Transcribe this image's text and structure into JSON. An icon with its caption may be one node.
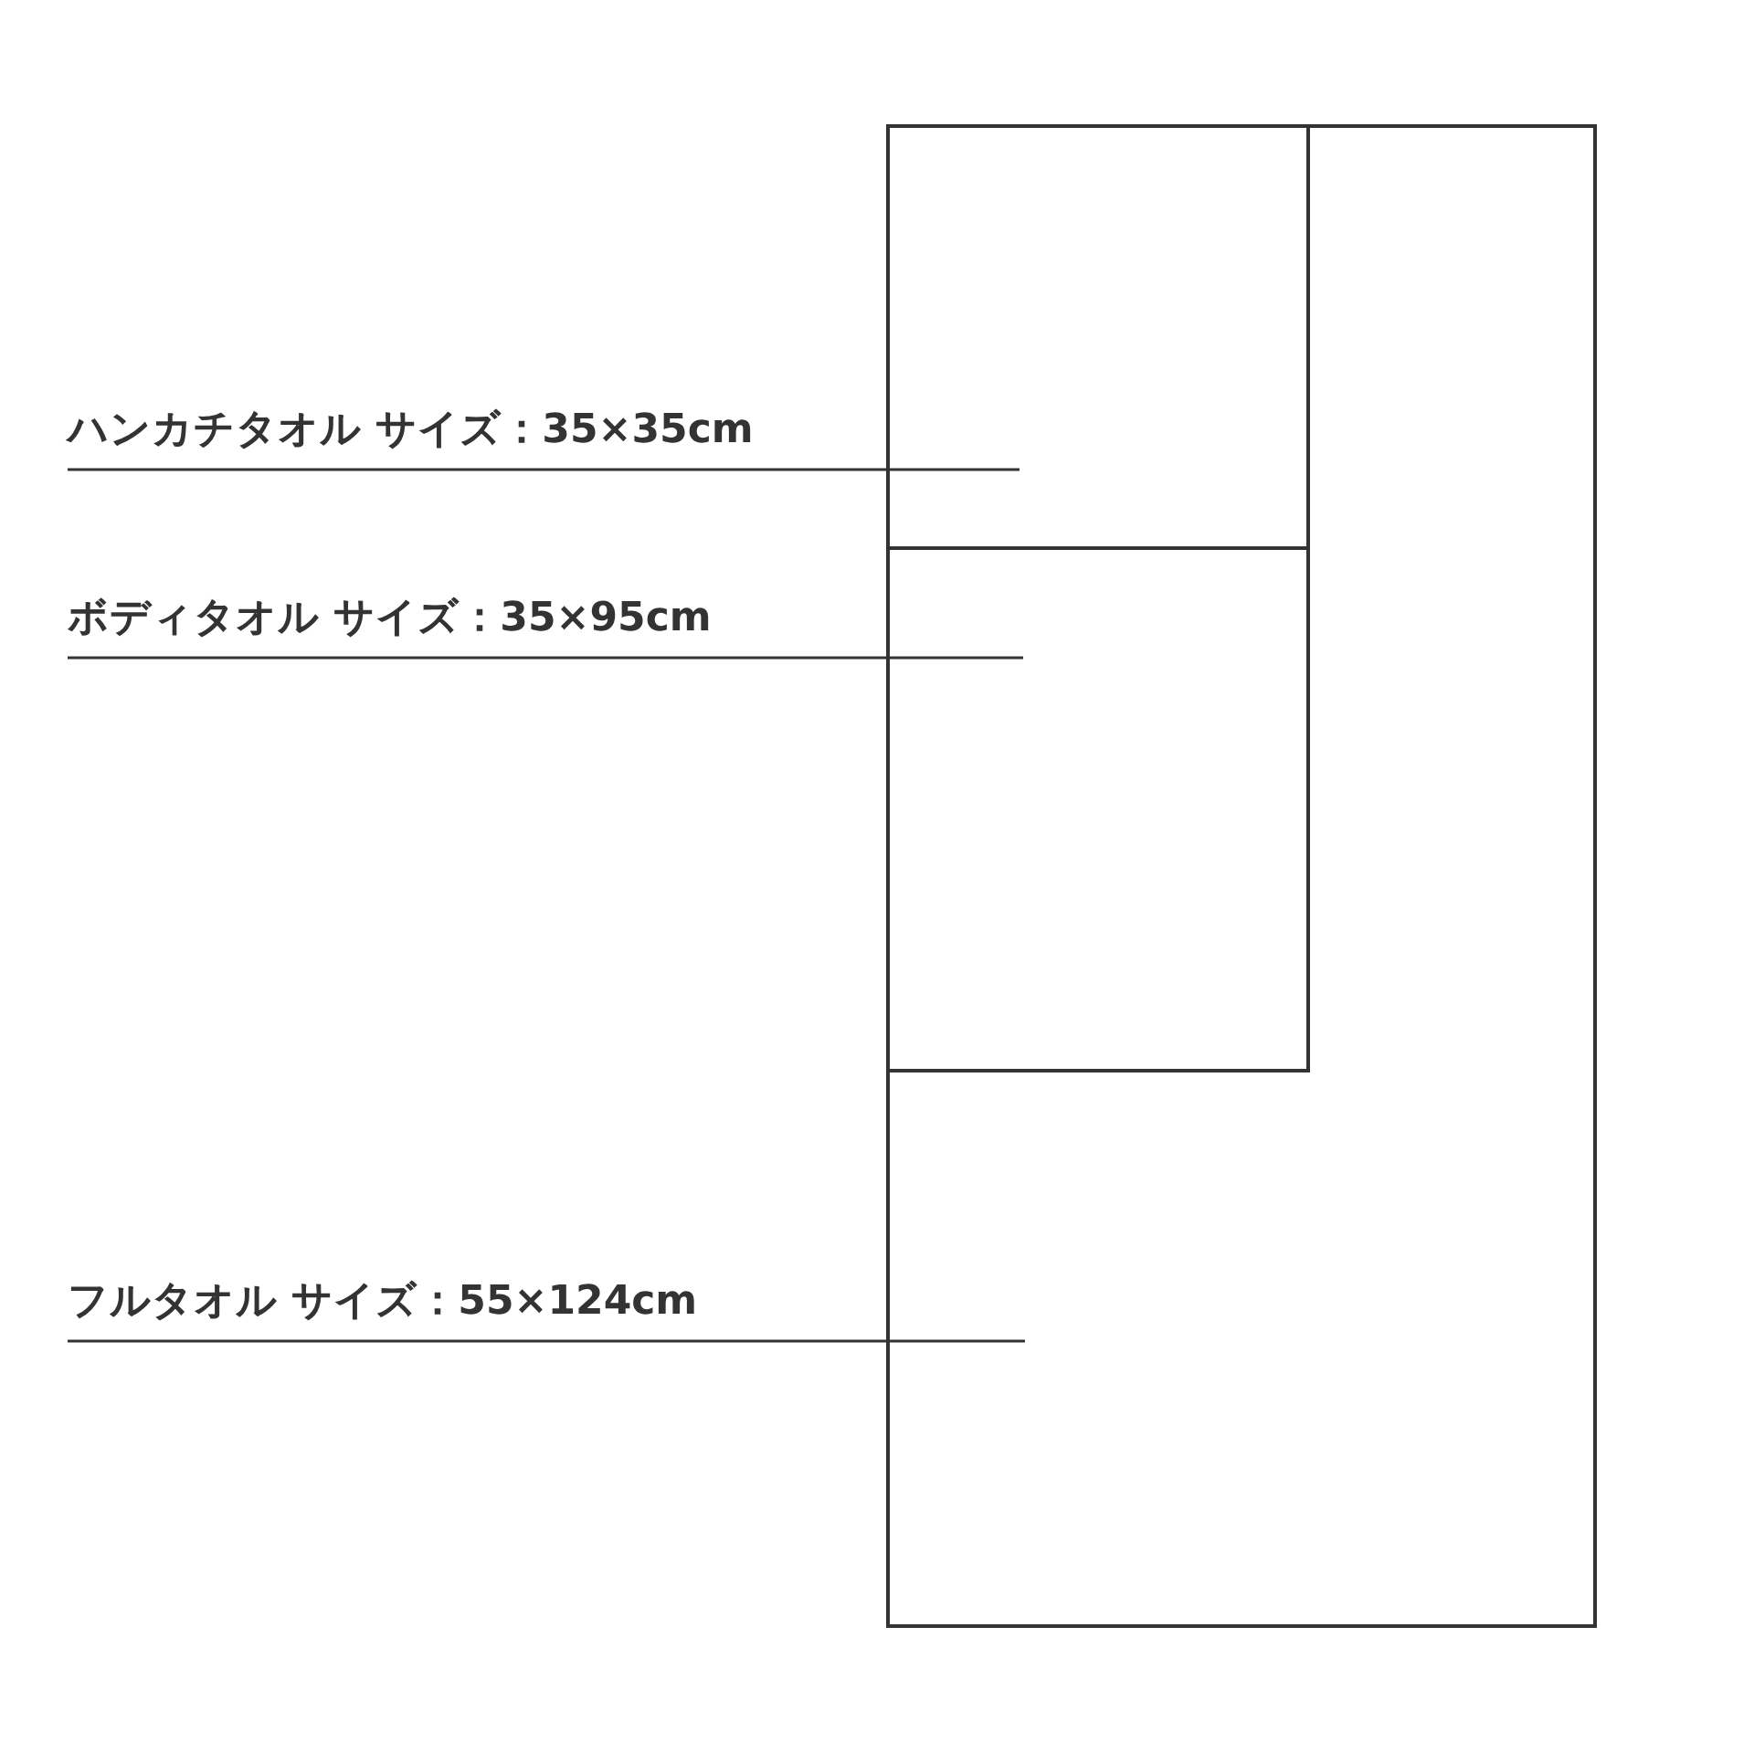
{
  "diagram": {
    "nodes": [
      {
        "text": [],
        "shape": "box"
      },
      {
        "text": [],
        "shape": "box",
        "in": 0
      },
      {
        "text": [],
        "shape": "box",
        "in": 1
      },
      {
        "text": [
          "ハンカチタオル サイズ：35×35cm"
        ]
      },
      {
        "text": [
          "ボディタオル サイズ：35×95cm"
        ]
      },
      {
        "text": [
          "フルタオル サイズ：55×124cm"
        ]
      }
    ],
    "edges": [
      {
        "from": 3,
        "to": 2,
        "arrow": "none"
      },
      {
        "from": 4,
        "to": 1,
        "arrow": "none"
      },
      {
        "from": 5,
        "to": 0,
        "arrow": "none"
      }
    ]
  }
}
